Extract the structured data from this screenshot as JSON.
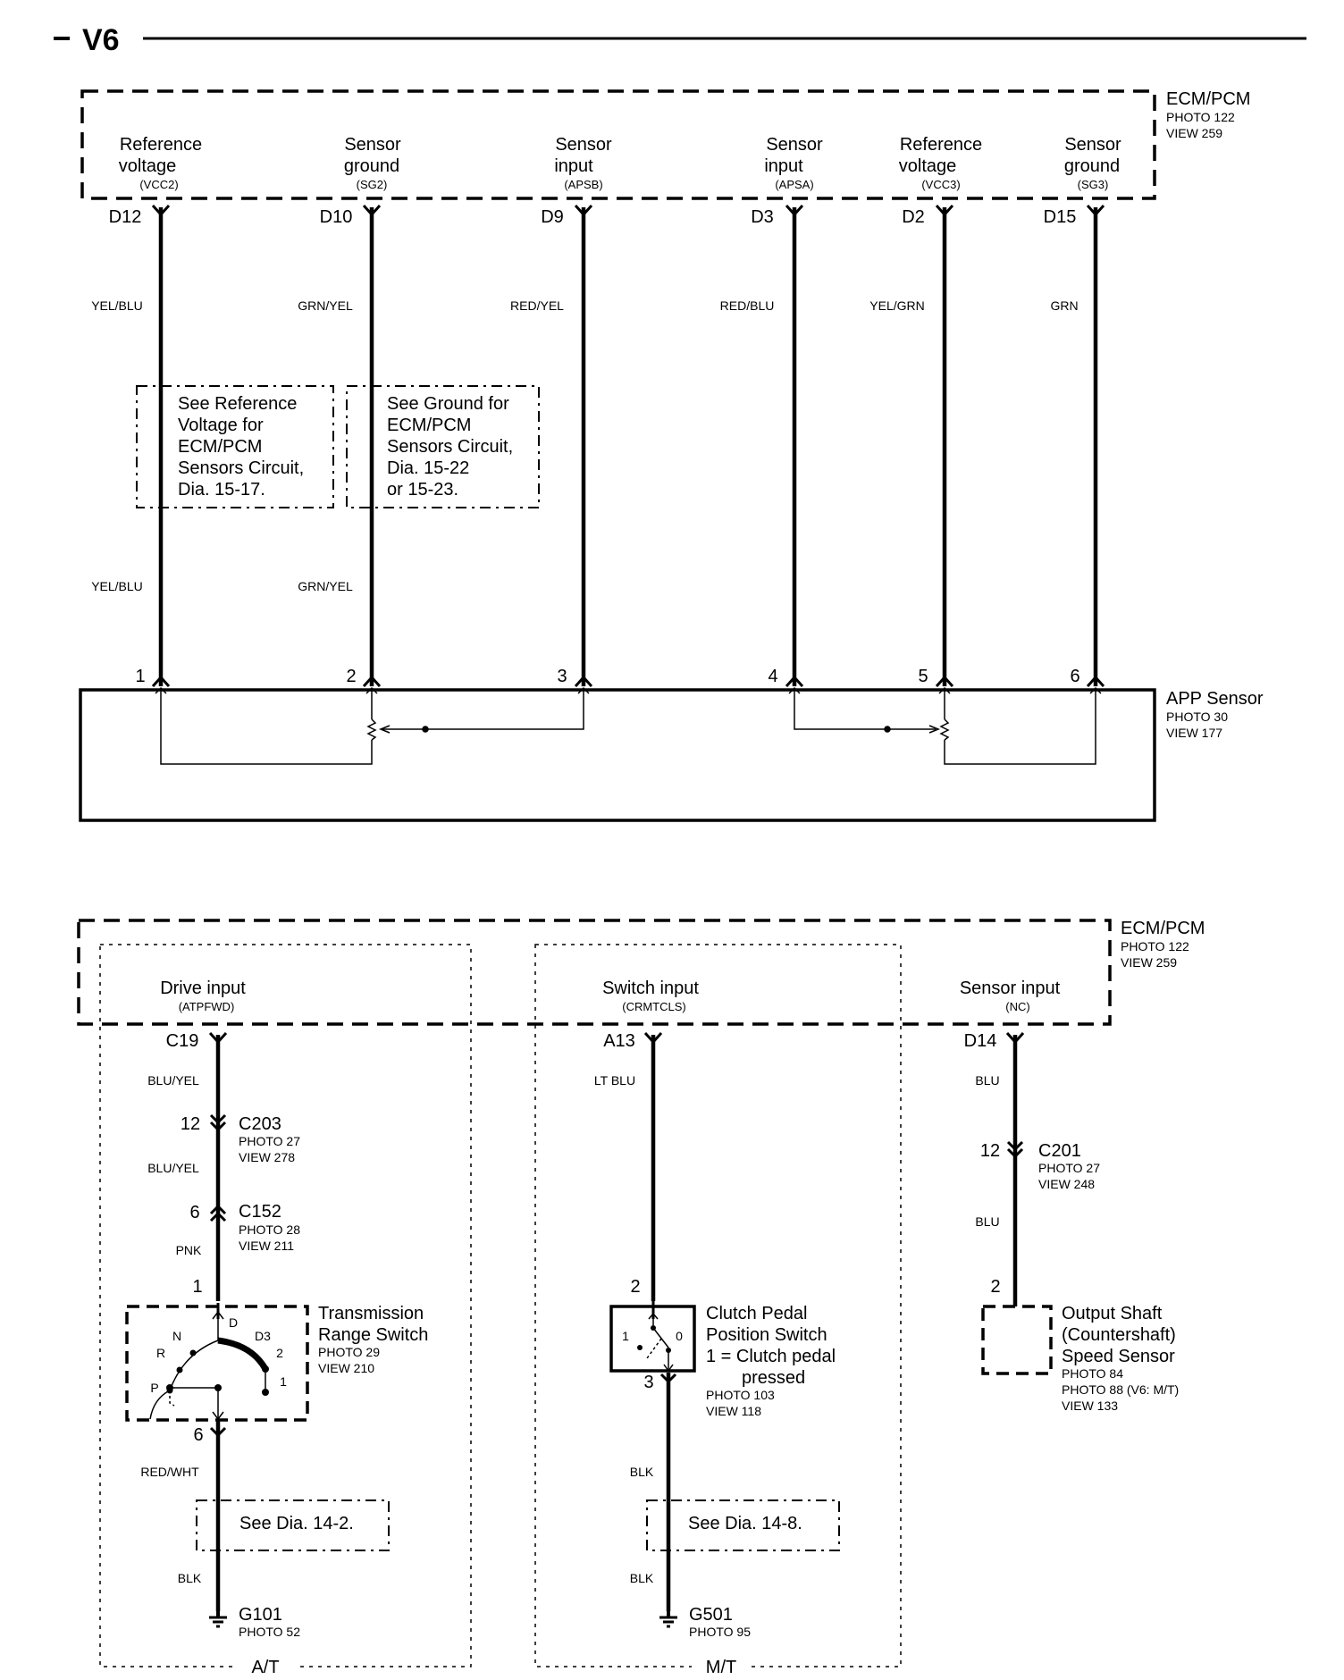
{
  "header": {
    "title": "V6",
    "dash": "–"
  },
  "ecm_top": {
    "name": "ECM/PCM",
    "photo": "PHOTO 122",
    "view": "VIEW 259",
    "terminals": [
      {
        "l1": "Reference",
        "l2": "voltage",
        "code": "(VCC2)",
        "pin": "D12",
        "wire_top": "YEL/BLU",
        "wire_bot": "YEL/BLU",
        "sensor_pin": "1"
      },
      {
        "l1": "Sensor",
        "l2": "ground",
        "code": "(SG2)",
        "pin": "D10",
        "wire_top": "GRN/YEL",
        "wire_bot": "GRN/YEL",
        "sensor_pin": "2"
      },
      {
        "l1": "Sensor",
        "l2": "input",
        "code": "(APSB)",
        "pin": "D9",
        "wire_top": "RED/YEL",
        "wire_bot": "",
        "sensor_pin": "3"
      },
      {
        "l1": "Sensor",
        "l2": "input",
        "code": "(APSA)",
        "pin": "D3",
        "wire_top": "RED/BLU",
        "wire_bot": "",
        "sensor_pin": "4"
      },
      {
        "l1": "Reference",
        "l2": "voltage",
        "code": "(VCC3)",
        "pin": "D2",
        "wire_top": "YEL/GRN",
        "wire_bot": "",
        "sensor_pin": "5"
      },
      {
        "l1": "Sensor",
        "l2": "ground",
        "code": "(SG3)",
        "pin": "D15",
        "wire_top": "GRN",
        "wire_bot": "",
        "sensor_pin": "6"
      }
    ]
  },
  "note_ref": [
    "See Reference",
    "Voltage for",
    "ECM/PCM",
    "Sensors Circuit,",
    "Dia. 15-17."
  ],
  "note_gnd": [
    "See Ground for",
    "ECM/PCM",
    "Sensors Circuit,",
    "Dia.  15-22",
    "or 15-23."
  ],
  "app_sensor": {
    "name": "APP Sensor",
    "photo": "PHOTO 30",
    "view": "VIEW 177"
  },
  "ecm_bottom": {
    "name": "ECM/PCM",
    "photo": "PHOTO 122",
    "view": "VIEW 259",
    "drive": {
      "label": "Drive input",
      "code": "(ATPFWD)",
      "pin": "C19"
    },
    "switch": {
      "label": "Switch input",
      "code": "(CRMTCLS)",
      "pin": "A13"
    },
    "sensor": {
      "label": "Sensor input",
      "code": "(NC)",
      "pin": "D14"
    }
  },
  "at_branch": {
    "wire1": "BLU/YEL",
    "c203": {
      "pin": "12",
      "name": "C203",
      "photo": "PHOTO 27",
      "view": "VIEW 278"
    },
    "wire2": "BLU/YEL",
    "c152": {
      "pin": "6",
      "name": "C152",
      "photo": "PHOTO 28",
      "view": "VIEW 211"
    },
    "wire3": "PNK",
    "switch_pin_top": "1",
    "trs": {
      "l1": "Transmission",
      "l2": "Range Switch",
      "photo": "PHOTO 29",
      "view": "VIEW 210",
      "positions": {
        "d": "D",
        "d3": "D3",
        "n": "N",
        "r": "R",
        "p": "P",
        "two": "2",
        "one": "1"
      }
    },
    "switch_pin_bot": "6",
    "wire4": "RED/WHT",
    "see": "See Dia. 14-2.",
    "wire5": "BLK",
    "ground": {
      "name": "G101",
      "photo": "PHOTO 52"
    },
    "footer": "A/T"
  },
  "mt_branch": {
    "wire1": "LT BLU",
    "pin_top": "2",
    "cpps": {
      "l1": "Clutch Pedal",
      "l2": "Position Switch",
      "l3": "1 = Clutch pedal",
      "l4": "pressed",
      "photo": "PHOTO 103",
      "view": "VIEW 118",
      "pos1": "1",
      "pos0": "0"
    },
    "pin_bot": "3",
    "wire2": "BLK",
    "see": "See Dia. 14-8.",
    "wire3": "BLK",
    "ground": {
      "name": "G501",
      "photo": "PHOTO 95"
    },
    "footer": "M/T"
  },
  "ns_branch": {
    "wire1": "BLU",
    "c201": {
      "pin": "12",
      "name": "C201",
      "photo": "PHOTO 27",
      "view": "VIEW 248"
    },
    "wire2": "BLU",
    "pin": "2",
    "sensor": {
      "l1": "Output Shaft",
      "l2": "(Countershaft)",
      "l3": "Speed Sensor",
      "photo1": "PHOTO 84",
      "photo2": "PHOTO 88 (V6: M/T)",
      "view": "VIEW 133"
    }
  }
}
